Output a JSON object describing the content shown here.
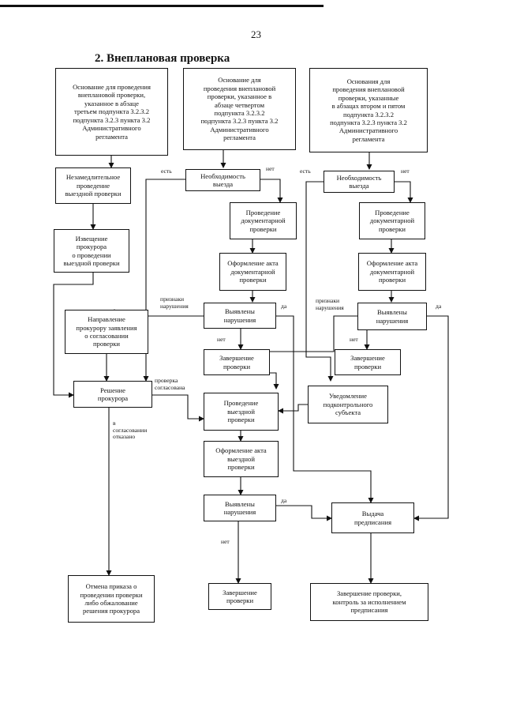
{
  "page": {
    "page_number": "23",
    "heading": "2. Внеплановая проверка"
  },
  "boxes": {
    "basis_1": "Основание для проведения\nвнеплановой проверки,\nуказанное в абзаце\nтретьем подпункта 3.2.3.2\nподпункта 3.2.3 пункта 3.2\nАдминистративного\nрегламента",
    "basis_2": "Основание для\nпроведения внеплановой\nпроверки, указанное в\nабзаце четвертом\nподпункта 3.2.3.2\nподпункта 3.2.3 пункта 3.2\nАдминистративного\nрегламента",
    "basis_3": "Основания для\nпроведения внеплановой\nпроверки, указанные\nв абзацах втором и пятом\nподпункта 3.2.3.2\nподпункта 3.2.3 пункта 3.2\nАдминистративного\nрегламента",
    "immediate_visit": "Незамедлительное\nпроведение\nвыездной проверки",
    "need_visit_1": "Необходимость\nвыезда",
    "need_visit_2": "Необходимость\nвыезда",
    "doc_check_1": "Проведение\nдокументарной\nпроверки",
    "doc_check_2": "Проведение\nдокументарной\nпроверки",
    "notify_prosecutor": "Извещение\nпрокурора\nо проведении\nвыездной проверки",
    "doc_act_1": "Оформление акта\nдокументарной\nпроверки",
    "doc_act_2": "Оформление акта\nдокументарной\nпроверки",
    "application": "Направление\nпрокурору заявления\nо согласовании\nпроверки",
    "violations_1": "Выявлены\nнарушения",
    "violations_2": "Выявлены\nнарушения",
    "end_check_1": "Завершение\nпроверки",
    "end_check_2": "Завершение\nпроверки",
    "prosecutor_decision": "Решение\nпрокурора",
    "field_check": "Проведение\nвыездной\nпроверки",
    "notify_subject": "Уведомление\nподконтрольного\nсубъекта",
    "field_act": "Оформление акта\nвыездной\nпроверки",
    "violations_3": "Выявлены\nнарушения",
    "issue_order": "Выдача\nпредписания",
    "cancel_order": "Отмена приказа о\nпроведении проверки\nлибо обжалование\nрешения прокурора",
    "end_check_3": "Завершение\nпроверки",
    "end_control": "Завершение проверки,\nконтроль за исполнением\nпредписания"
  },
  "labels": {
    "yes_1": "есть",
    "no_1": "нет",
    "yes_2": "есть",
    "no_2": "нет",
    "signs_1": "признаки\nнарушения",
    "da_1": "да",
    "signs_2": "признаки\nнарушения",
    "da_2": "да",
    "net_1": "нет",
    "net_2": "нет",
    "approved": "проверка\nсогласована",
    "refused": "в\nсогласовании\nотказано",
    "da_3": "да",
    "net_3": "нет"
  }
}
